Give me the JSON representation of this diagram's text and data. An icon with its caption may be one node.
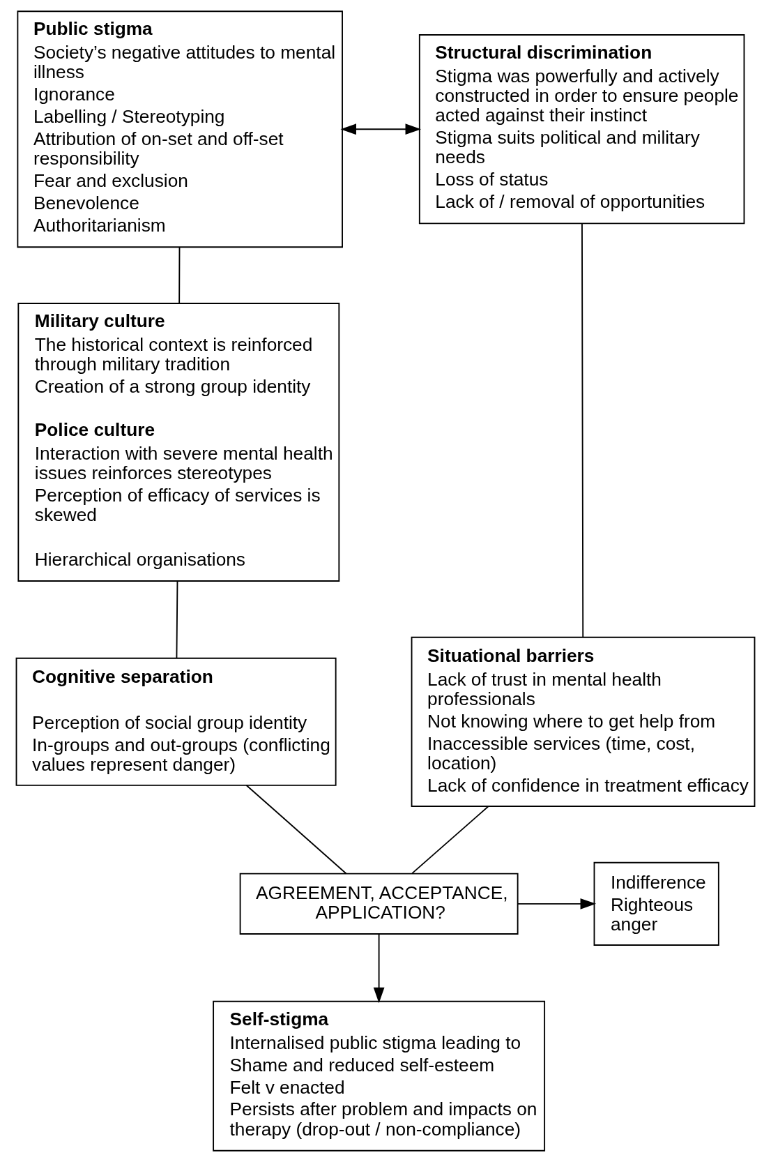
{
  "diagram": {
    "nodes": [
      {
        "text": [
          "Public stigma",
          "Society’s negative attitudes to mental illness",
          "Ignorance",
          "Labelling / Stereotyping",
          "Attribution of on-set and off-set responsibility",
          "Fear and exclusion",
          "Benevolence",
          "Authoritarianism"
        ]
      },
      {
        "text": [
          "Structural discrimination",
          "Stigma was powerfully and actively constructed in order to ensure people acted against their instinct",
          "Stigma suits political and military needs",
          "Loss of status",
          "Lack of / removal of opportunities"
        ]
      },
      {
        "text": [
          "Situational barriers",
          "Lack of trust in mental health professionals",
          "Not knowing where to get help from",
          "Inaccessible services (time, cost, location)",
          "Lack of confidence in treatment efficacy"
        ]
      },
      {
        "text": [
          "Military culture",
          "The historical context is reinforced through military tradition",
          "Creation of a strong group identity",
          "Police culture",
          "Interaction with severe mental health issues reinforces stereotypes",
          "Perception of efficacy of services is skewed",
          "Hierarchical organisations"
        ]
      },
      {
        "text": [
          "Cognitive separation",
          "Perception of social group identity",
          "In-groups and out-groups (conflicting values represent danger)"
        ]
      },
      {
        "text": [
          "AGREEMENT, ACCEPTANCE, APPLICATION?"
        ]
      },
      {
        "text": [
          "Indifference",
          "Righteous anger"
        ]
      },
      {
        "text": [
          "Self-stigma",
          "Internalised public stigma leading to",
          "Shame and reduced self-esteem",
          "Felt v enacted",
          "Persists after problem and impacts on therapy (drop-out / non-compliance)"
        ]
      }
    ],
    "edges": [
      {
        "from": 0,
        "to": 1,
        "arrow": "both"
      },
      {
        "from": 1,
        "to": 2,
        "arrow": "none"
      },
      {
        "from": 0,
        "to": 3,
        "arrow": "none"
      },
      {
        "from": 3,
        "to": 4,
        "arrow": "none"
      },
      {
        "from": 4,
        "to": 5,
        "arrow": "none"
      },
      {
        "from": 2,
        "to": 5,
        "arrow": "none"
      },
      {
        "from": 5,
        "to": 6,
        "arrow": "to"
      },
      {
        "from": 5,
        "to": 7,
        "arrow": "to"
      }
    ]
  }
}
